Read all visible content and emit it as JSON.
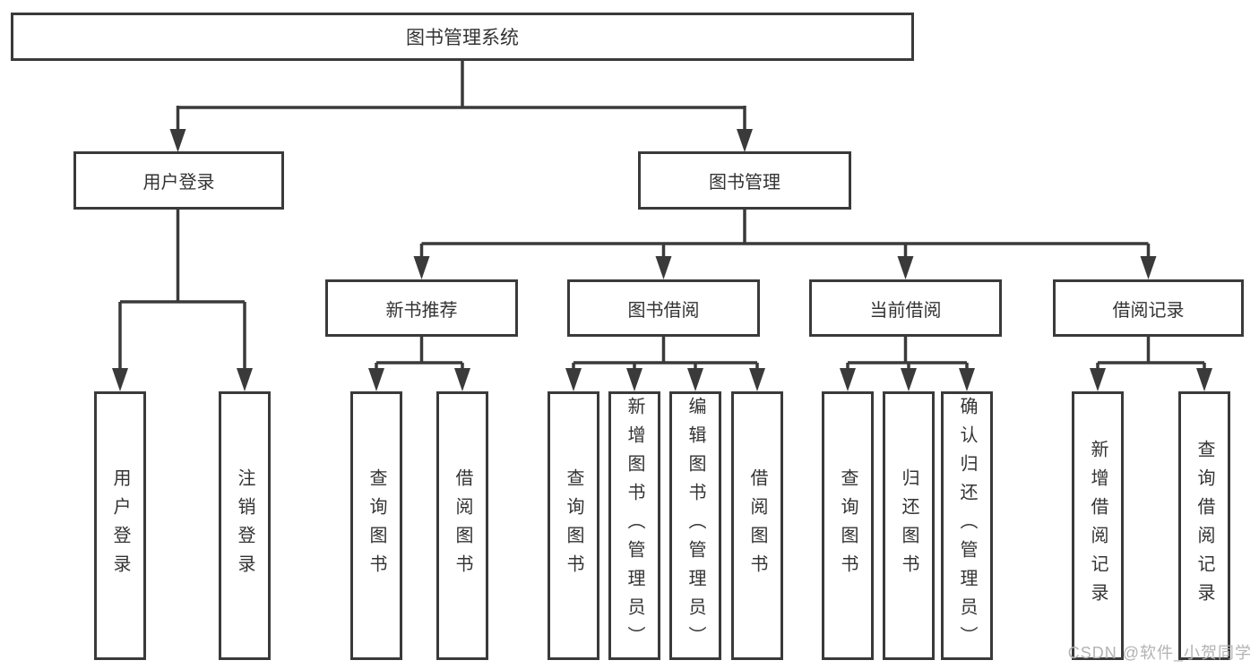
{
  "tree": {
    "root": {
      "label": "图书管理系统",
      "children": [
        {
          "label": "用户登录",
          "children": [
            {
              "label": "用户登录"
            },
            {
              "label": "注销登录"
            }
          ]
        },
        {
          "label": "图书管理",
          "children": [
            {
              "label": "新书推荐",
              "children": [
                {
                  "label": "查询图书"
                },
                {
                  "label": "借阅图书"
                }
              ]
            },
            {
              "label": "图书借阅",
              "children": [
                {
                  "label": "查询图书"
                },
                {
                  "label": "新增图书（管理员）"
                },
                {
                  "label": "编辑图书（管理员）"
                },
                {
                  "label": "借阅图书"
                }
              ]
            },
            {
              "label": "当前借阅",
              "children": [
                {
                  "label": "查询图书"
                },
                {
                  "label": "归还图书"
                },
                {
                  "label": "确认归还（管理员）"
                }
              ]
            },
            {
              "label": "借阅记录",
              "children": [
                {
                  "label": "新增借阅记录"
                },
                {
                  "label": "查询借阅记录"
                }
              ]
            }
          ]
        }
      ]
    }
  },
  "watermark": "CSDN @软件_小贺同学",
  "colors": {
    "line": "#3a3a3a",
    "text": "#333333",
    "background": "#ffffff",
    "watermark": "#b3b3b3"
  }
}
